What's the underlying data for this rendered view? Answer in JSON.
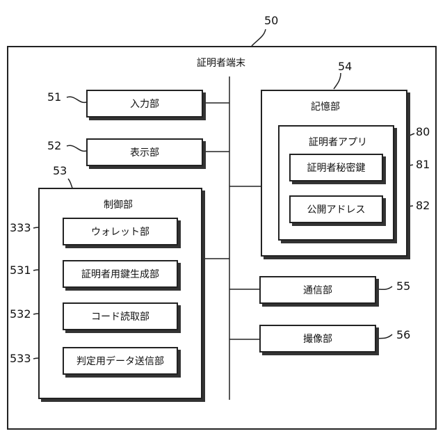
{
  "terminal": {
    "ref": "50",
    "title": "証明者端末"
  },
  "input_unit": {
    "ref": "51",
    "label": "入力部"
  },
  "display_unit": {
    "ref": "52",
    "label": "表示部"
  },
  "control_unit": {
    "ref": "53",
    "label": "制御部",
    "subunits": [
      {
        "ref": "333",
        "label": "ウォレット部"
      },
      {
        "ref": "531",
        "label": "証明者用鍵生成部"
      },
      {
        "ref": "532",
        "label": "コード読取部"
      },
      {
        "ref": "533",
        "label": "判定用データ送信部"
      }
    ]
  },
  "storage_unit": {
    "ref": "54",
    "label": "記憶部",
    "app": {
      "ref": "80",
      "label": "証明者アプリ",
      "items": [
        {
          "ref": "81",
          "label": "証明者秘密鍵"
        },
        {
          "ref": "82",
          "label": "公開アドレス"
        }
      ]
    }
  },
  "communication_unit": {
    "ref": "55",
    "label": "通信部"
  },
  "imaging_unit": {
    "ref": "56",
    "label": "撮像部"
  }
}
